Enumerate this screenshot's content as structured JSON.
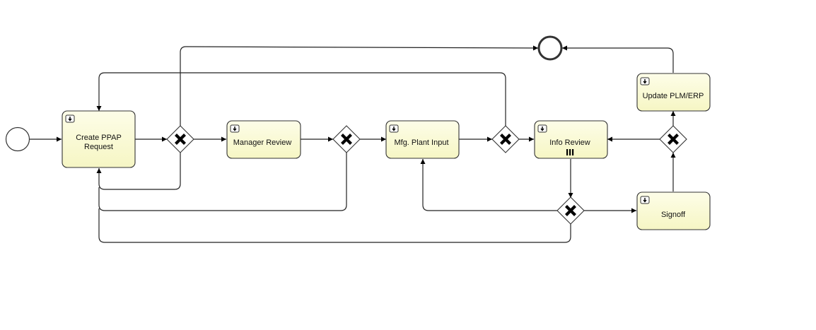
{
  "diagram": {
    "start_event": "start",
    "end_event": "end",
    "tasks": [
      {
        "id": "create",
        "label_lines": [
          "Create PPAP",
          "Request"
        ],
        "icon": "user-task-icon"
      },
      {
        "id": "manager",
        "label_lines": [
          "Manager Review"
        ],
        "icon": "user-task-icon"
      },
      {
        "id": "mfg",
        "label_lines": [
          "Mfg. Plant Input"
        ],
        "icon": "user-task-icon"
      },
      {
        "id": "info",
        "label_lines": [
          "Info Review"
        ],
        "icon": "user-task-icon",
        "marker": "parallel-multi-instance-icon"
      },
      {
        "id": "signoff",
        "label_lines": [
          "Signoff"
        ],
        "icon": "user-task-icon"
      },
      {
        "id": "update",
        "label_lines": [
          "Update PLM/ERP"
        ],
        "icon": "user-task-icon"
      }
    ],
    "gateways": [
      {
        "id": "g1",
        "type": "exclusive"
      },
      {
        "id": "g2",
        "type": "exclusive"
      },
      {
        "id": "g3",
        "type": "exclusive"
      },
      {
        "id": "g4",
        "type": "exclusive"
      },
      {
        "id": "g5",
        "type": "exclusive"
      }
    ],
    "flows": [
      [
        "start",
        "create"
      ],
      [
        "create",
        "g1"
      ],
      [
        "g1",
        "manager"
      ],
      [
        "g1",
        "end"
      ],
      [
        "g1",
        "create"
      ],
      [
        "manager",
        "g2"
      ],
      [
        "g2",
        "mfg"
      ],
      [
        "g2",
        "create"
      ],
      [
        "mfg",
        "g3"
      ],
      [
        "g3",
        "info"
      ],
      [
        "g3",
        "create"
      ],
      [
        "info",
        "g4"
      ],
      [
        "g4",
        "signoff"
      ],
      [
        "g4",
        "mfg"
      ],
      [
        "g4",
        "create"
      ],
      [
        "signoff",
        "g5"
      ],
      [
        "g5",
        "update"
      ],
      [
        "g5",
        "info"
      ],
      [
        "update",
        "end"
      ]
    ]
  }
}
